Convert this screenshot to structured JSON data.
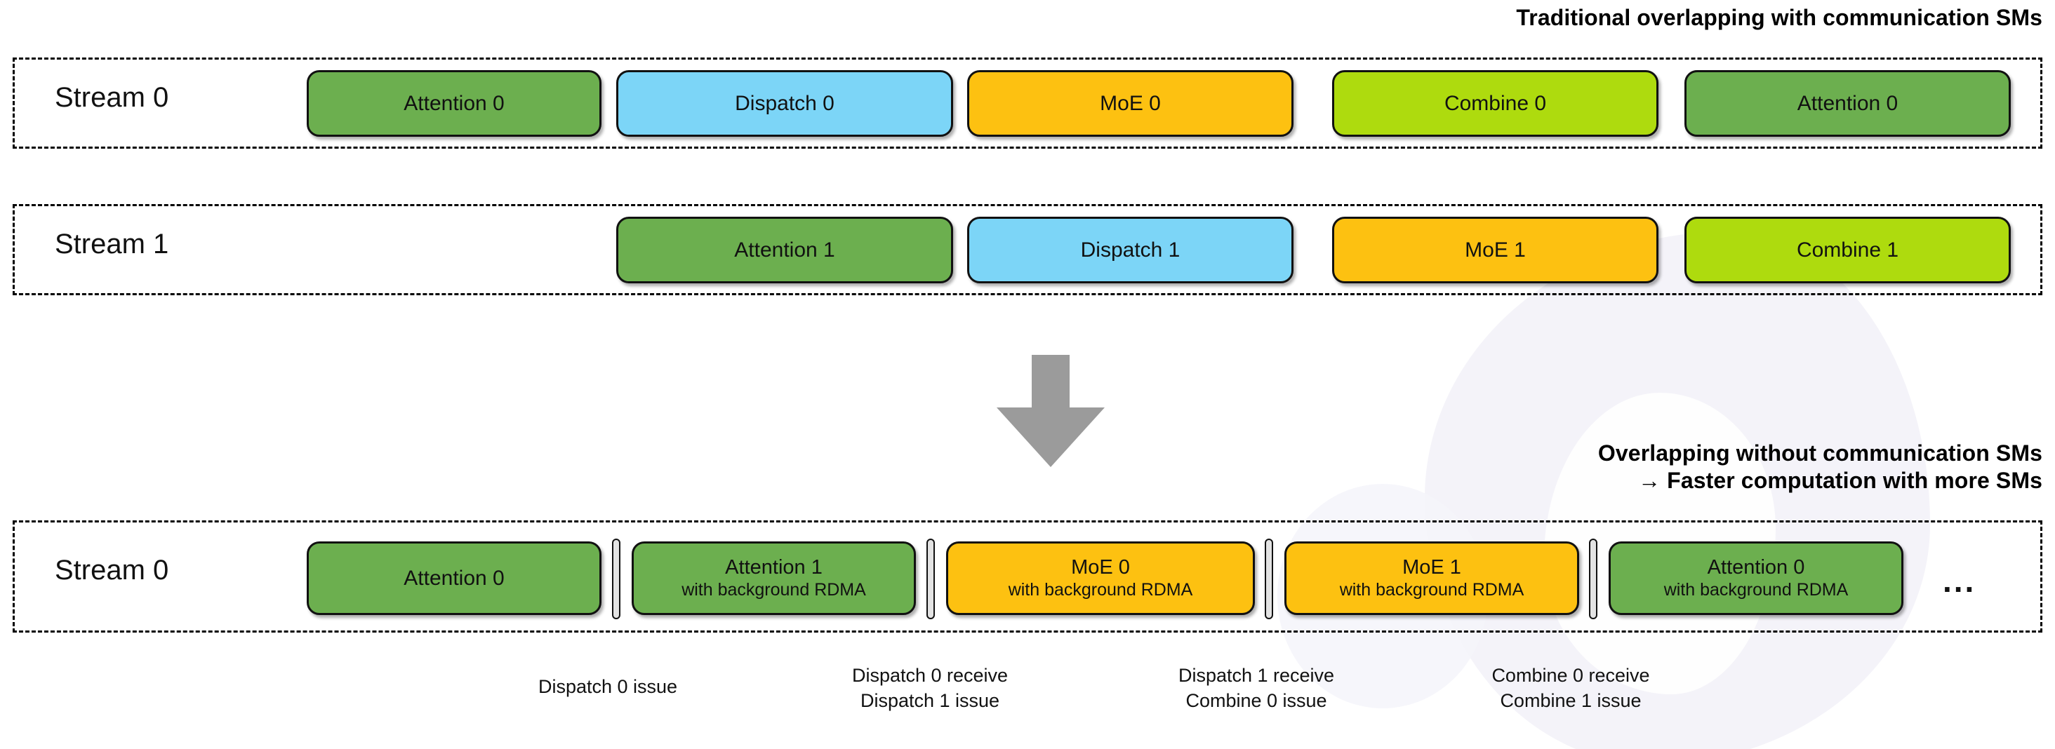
{
  "headings": {
    "top": "Traditional overlapping with communication SMs",
    "bottom": "Overlapping without communication SMs\n→ Faster computation with more SMs"
  },
  "colors": {
    "attention": "#6CAF4F",
    "dispatch": "#7CD5F7",
    "moe": "#FDC111",
    "combine": "#AEDB0E",
    "arrow": "#9B9B9B",
    "border": "#111111",
    "separator": "#E3E3E3",
    "background": "#FFFFFF"
  },
  "lanes": [
    {
      "label": "Stream 0",
      "blocks": [
        {
          "l1": "Attention 0",
          "l2": "",
          "kind": "attention"
        },
        {
          "l1": "Dispatch 0",
          "l2": "",
          "kind": "dispatch"
        },
        {
          "l1": "MoE 0",
          "l2": "",
          "kind": "moe"
        },
        {
          "l1": "Combine 0",
          "l2": "",
          "kind": "combine"
        },
        {
          "l1": "Attention 0",
          "l2": "",
          "kind": "attention"
        }
      ]
    },
    {
      "label": "Stream 1",
      "blocks": [
        {
          "l1": "Attention 1",
          "l2": "",
          "kind": "attention"
        },
        {
          "l1": "Dispatch 1",
          "l2": "",
          "kind": "dispatch"
        },
        {
          "l1": "MoE 1",
          "l2": "",
          "kind": "moe"
        },
        {
          "l1": "Combine 1",
          "l2": "",
          "kind": "combine"
        }
      ]
    },
    {
      "label": "Stream 0",
      "blocks": [
        {
          "l1": "Attention 0",
          "l2": "",
          "kind": "attention"
        },
        {
          "l1": "Attention 1",
          "l2": "with background RDMA",
          "kind": "attention"
        },
        {
          "l1": "MoE 0",
          "l2": "with background RDMA",
          "kind": "moe"
        },
        {
          "l1": "MoE 1",
          "l2": "with background RDMA",
          "kind": "moe"
        },
        {
          "l1": "Attention 0",
          "l2": "with background RDMA",
          "kind": "attention"
        }
      ],
      "ellipsis": "..."
    }
  ],
  "notes": [
    {
      "text": "Dispatch 0 issue"
    },
    {
      "text": "Dispatch 0 receive\nDispatch 1 issue"
    },
    {
      "text": "Dispatch 1 receive\nCombine 0 issue"
    },
    {
      "text": "Combine 0 receive\nCombine 1 issue"
    }
  ]
}
